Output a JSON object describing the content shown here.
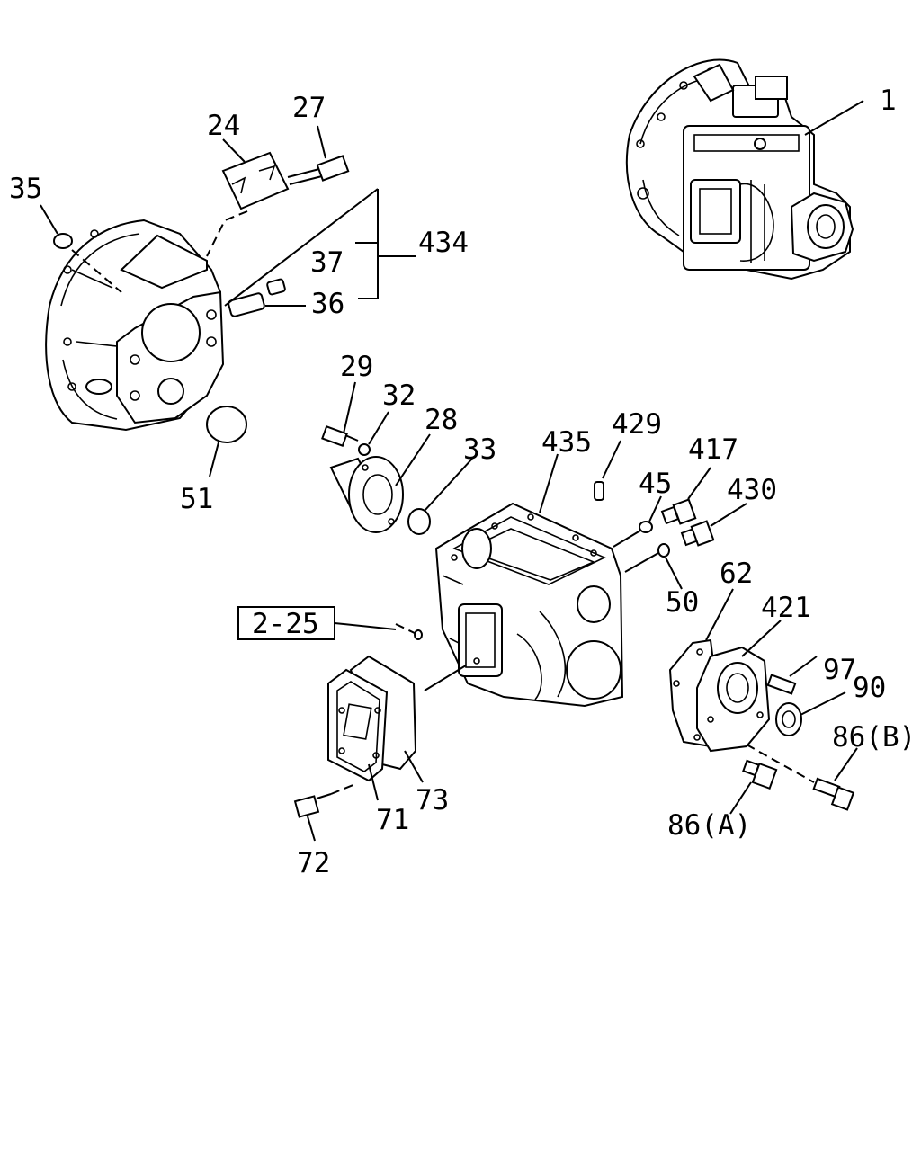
{
  "callouts": [
    {
      "id": "c1",
      "text": "1"
    },
    {
      "id": "c24",
      "text": "24"
    },
    {
      "id": "c27",
      "text": "27"
    },
    {
      "id": "c35",
      "text": "35"
    },
    {
      "id": "c37",
      "text": "37"
    },
    {
      "id": "c434",
      "text": "434"
    },
    {
      "id": "c36",
      "text": "36"
    },
    {
      "id": "c29",
      "text": "29"
    },
    {
      "id": "c32",
      "text": "32"
    },
    {
      "id": "c28",
      "text": "28"
    },
    {
      "id": "c33",
      "text": "33"
    },
    {
      "id": "c435",
      "text": "435"
    },
    {
      "id": "c429",
      "text": "429"
    },
    {
      "id": "c417",
      "text": "417"
    },
    {
      "id": "c45",
      "text": "45"
    },
    {
      "id": "c430",
      "text": "430"
    },
    {
      "id": "c51",
      "text": "51"
    },
    {
      "id": "c62",
      "text": "62"
    },
    {
      "id": "c50",
      "text": "50"
    },
    {
      "id": "c421",
      "text": "421"
    },
    {
      "id": "c2-25",
      "text": "2-25"
    },
    {
      "id": "c97",
      "text": "97"
    },
    {
      "id": "c90",
      "text": "90"
    },
    {
      "id": "c86B",
      "text": "86(B)"
    },
    {
      "id": "c73",
      "text": "73"
    },
    {
      "id": "c71",
      "text": "71"
    },
    {
      "id": "c86A",
      "text": "86(A)"
    },
    {
      "id": "c72",
      "text": "72"
    }
  ]
}
